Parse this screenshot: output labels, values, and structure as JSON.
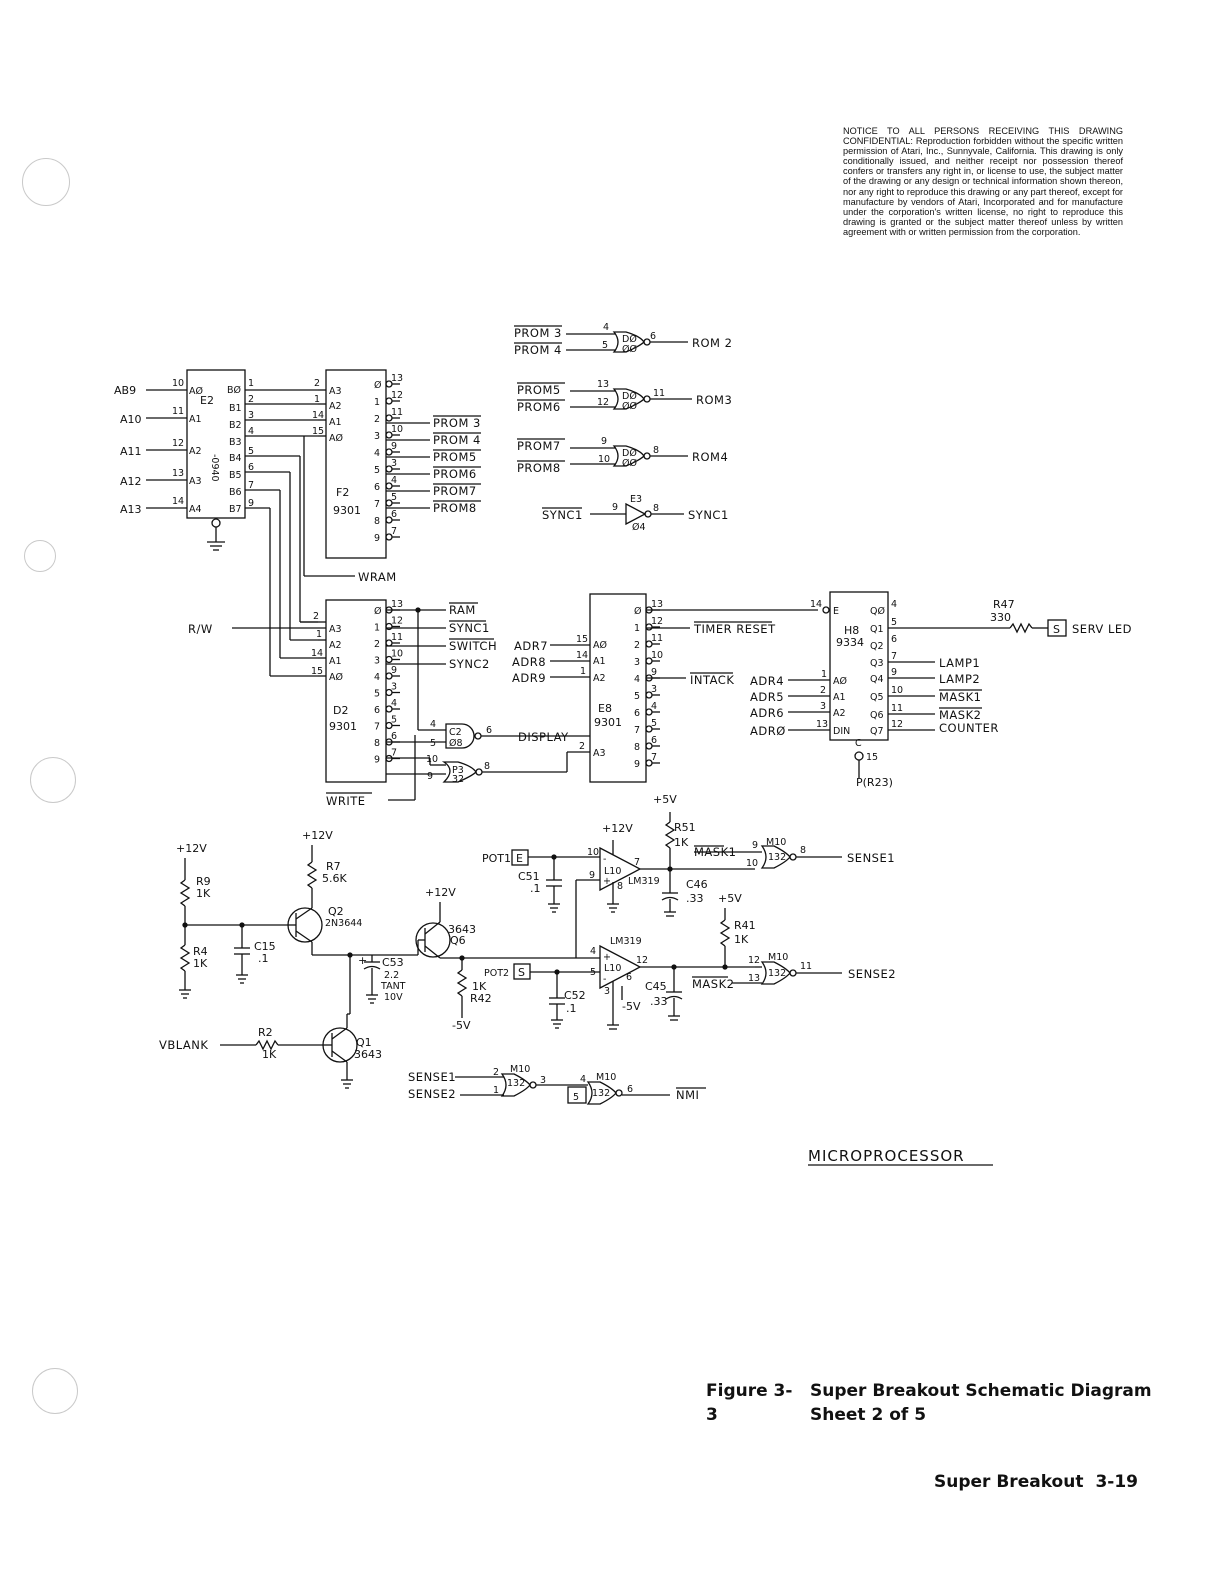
{
  "notice": {
    "text": "NOTICE TO ALL PERSONS RECEIVING THIS DRAWING CONFIDENTIAL: Reproduction forbidden without the specific written permission of Atari, Inc., Sunnyvale, California. This drawing is only conditionally issued, and neither receipt nor possession thereof confers or transfers any right in, or license to use, the subject matter of the drawing or any design or technical information shown thereon, nor any right to reproduce this drawing or any part thereof, except for manufacture by vendors of Atari, Incorporated and for manufacture under the corporation's written license, no right to reproduce this drawing is granted or the subject matter thereof unless by written agreement with or written permission from the corporation."
  },
  "e2": {
    "name": "E2",
    "inputs": [
      "AB9",
      "A10",
      "A11",
      "A12",
      "A13"
    ],
    "pins_in": [
      "10",
      "11",
      "12",
      "13",
      "14"
    ],
    "pins_a": [
      "AØ",
      "A1",
      "A2",
      "A3",
      "A4"
    ],
    "pins_b": [
      "BØ",
      "B1",
      "B2",
      "B3",
      "B4",
      "B5",
      "B6",
      "B7"
    ],
    "pins_out": [
      "1",
      "2",
      "3",
      "4",
      "5",
      "6",
      "7",
      "9"
    ],
    "part": "-0940"
  },
  "f2": {
    "name": "F2",
    "part": "9301",
    "pins_in": [
      "2",
      "1",
      "14",
      "15"
    ],
    "pins_a": [
      "A3",
      "A2",
      "A1",
      "AØ"
    ],
    "outs": [
      "Ø",
      "1",
      "2",
      "3",
      "4",
      "5",
      "6",
      "7",
      "8",
      "9"
    ],
    "out_pins": [
      "13",
      "12",
      "11",
      "10",
      "9",
      "3",
      "4",
      "5",
      "6",
      "7"
    ],
    "signals": [
      "PROM 3",
      "PROM 4",
      "PROM5",
      "PROM6",
      "PROM7",
      "PROM8"
    ],
    "wram": "WRAM"
  },
  "d2": {
    "name": "D2",
    "part": "9301",
    "rw": "R/W",
    "pins_in": [
      "2",
      "1",
      "14",
      "15"
    ],
    "pins_a": [
      "A3",
      "A2",
      "A1",
      "AØ"
    ],
    "outs": [
      "Ø",
      "1",
      "2",
      "3",
      "4",
      "5",
      "6",
      "7",
      "8",
      "9"
    ],
    "out_pins": [
      "13",
      "12",
      "11",
      "10",
      "9",
      "3",
      "4",
      "5",
      "6",
      "7"
    ],
    "signals": [
      "RAM",
      "SYNC1",
      "SWITCH",
      "SYNC2"
    ],
    "write": "WRITE"
  },
  "gates_top": [
    {
      "in": [
        "PROM 3",
        "PROM 4"
      ],
      "pins": [
        "4",
        "5",
        "6"
      ],
      "chip": "DØ",
      "chip2": "ØØ",
      "out": "ROM 2"
    },
    {
      "in": [
        "PROM5",
        "PROM6"
      ],
      "pins": [
        "13",
        "12",
        "11"
      ],
      "chip": "DØ",
      "chip2": "ØØ",
      "out": "ROM3"
    },
    {
      "in": [
        "PROM7",
        "PROM8"
      ],
      "pins": [
        "9",
        "10",
        "8"
      ],
      "chip": "DØ",
      "chip2": "ØØ",
      "out": "ROM4"
    }
  ],
  "inverter": {
    "in": "SYNC1",
    "out": "SYNC1",
    "chip": "E3",
    "type": "Ø4",
    "pins": [
      "9",
      "8"
    ]
  },
  "e8": {
    "name": "E8",
    "part": "9301",
    "inputs": [
      "ADR7",
      "ADR8",
      "ADR9"
    ],
    "pins_in": [
      "15",
      "14",
      "1",
      "2"
    ],
    "pins_a": [
      "AØ",
      "A1",
      "A2",
      "A3"
    ],
    "outs": [
      "Ø",
      "1",
      "2",
      "3",
      "4",
      "5",
      "6",
      "7",
      "8",
      "9"
    ],
    "out_pins": [
      "13",
      "12",
      "11",
      "10",
      "9",
      "3",
      "4",
      "5",
      "6",
      "7"
    ],
    "signals": [
      "TIMER RESET",
      "INTACK"
    ],
    "display": "DISPLAY"
  },
  "h8": {
    "name": "H8",
    "part": "9334",
    "e": "E",
    "inputs": [
      "ADR4",
      "ADR5",
      "ADR6",
      "ADRØ"
    ],
    "pins_in": [
      "14",
      "1",
      "2",
      "3",
      "13"
    ],
    "pins_a": [
      "AØ",
      "A1",
      "A2",
      "DIN"
    ],
    "outs": [
      "QØ",
      "Q1",
      "Q2",
      "Q3",
      "Q4",
      "Q5",
      "Q6",
      "Q7"
    ],
    "out_pins": [
      "4",
      "5",
      "6",
      "7",
      "9",
      "10",
      "11",
      "12"
    ],
    "signals": [
      "LAMP1",
      "LAMP2",
      "MASK1",
      "MASK2",
      "COUNTER"
    ],
    "c": "C",
    "pin15": "15",
    "p": "P(R23)",
    "r47": "R47",
    "r47v": "330",
    "serv": "SERV LED",
    "s": "S"
  },
  "c2": {
    "chip": "C2",
    "type": "Ø8",
    "pins": [
      "4",
      "5",
      "6"
    ]
  },
  "p3": {
    "chip": "P3",
    "type": "32",
    "pins": [
      "10",
      "9",
      "8"
    ]
  },
  "analog": {
    "p12": "+12V",
    "p5": "+5V",
    "m5": "-5V",
    "r9": "R9",
    "r9v": "1K",
    "r4": "R4",
    "r4v": "1K",
    "r7": "R7",
    "r7v": "5.6K",
    "q2": "Q2",
    "q2v": "2N3644",
    "c15": "C15",
    "c15v": ".1",
    "q6": "Q6",
    "q6v": "3643",
    "c53": "C53",
    "c53v": "2.2",
    "c53t": "TANT",
    "c53k": "10V",
    "r42": "R42",
    "r42v": "1K",
    "r2": "R2",
    "r2v": "1K",
    "vblank": "VBLANK",
    "q1": "Q1",
    "q1v": "3643",
    "pot1": "POT1",
    "pot2": "POT2",
    "e": "E",
    "s": "S",
    "c51": "C51",
    "c51v": ".1",
    "c52": "C52",
    "c52v": ".1",
    "l10": "L10",
    "lm319": "LM319",
    "c46": "C46",
    "c46v": ".33",
    "c45": "C45",
    "c45v": ".33",
    "r51": "R51",
    "r51v": "1K",
    "r41": "R41",
    "r41v": "1K",
    "mask1": "MASK1",
    "mask2": "MASK2",
    "m10": "M10",
    "m132": "132",
    "sense1": "SENSE1",
    "sense2": "SENSE2",
    "nmi": "NMI",
    "p10": "10",
    "p9": "9",
    "p7": "7",
    "p8": "8",
    "p4": "4",
    "p5n": "5",
    "p12n": "12",
    "p3": "3",
    "p6": "6",
    "p2": "2",
    "p1": "1",
    "p11": "11",
    "p13": "13"
  },
  "section_title": "MICROPROCESSOR",
  "figure": {
    "number": "Figure 3-3",
    "title": "Super Breakout Schematic Diagram",
    "sheet": "Sheet 2 of 5"
  },
  "footer": {
    "title": "Super Breakout",
    "page": "3-19"
  }
}
